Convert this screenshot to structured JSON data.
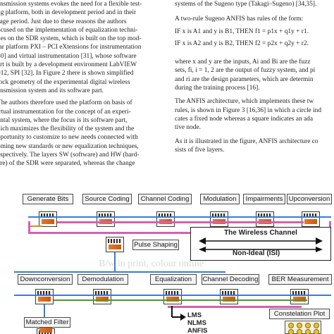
{
  "left_column": {
    "para1_lines": [
      "ansmission systems evokes the need for a flexible test-",
      "ng platform, both in development period and in their",
      "sage period. Just due to these reasons the authors",
      "ocused on the implementation of equalization techni-",
      "ues on the SDR system, which is built on the top mod-",
      "lar platform PXI – PCI eXtensions for instrumentation",
      "40] and virtual instrumentation [31], whose software",
      "art is built by a development environment LabVIEW",
      "012, SPI [32]. In Figure 2 there is shown simplified",
      "lock geometry of the experimental digital wireless",
      "ansmission system and its software part."
    ],
    "para2_lines": [
      "The authors therefore used the platform on basis of",
      "irtual instrumentation for the concept of an experi-",
      "ental system, where the focus is its software part,",
      "hich maximizes the flexibility of the system and the",
      "pportunity to customize to new needs connected with",
      "oming new standards or new equalization techniques,",
      "espectively. The layers SW (software) and HW (hard-",
      "are) of the SDR were separated, whereas the change"
    ]
  },
  "right_column": {
    "top_line": "systems of the Sugeno type (Takagi–Sugeno) [34,35].",
    "intro": "A two-rule Sugeno ANFIS has rules of the form:",
    "rule1": "IF x is A1 and y is B1, THEN f1 = p1x + q1y + r1.",
    "rule2": "IF x is A2 and y is B2, THEN f2 = p2x + q2y + r2.",
    "para_lines": [
      "where x and y are the inputs, Ai and Bi are the fuzz",
      "sets, fi, i = 1, 2 are the output of fuzzy system, and pi",
      "and ri are the design parameters, which are determin",
      "during the training process [16]."
    ],
    "para2_lines": [
      "The ANFIS architecture, which implements these tw",
      "rules, is shown in Figure 3 [16,36] in which a circle ind",
      "cates a fixed node whereas a square indicates an ada",
      "tive node."
    ],
    "para3_lines": [
      "As it is illustrated in the figure, ANFIS architecture co",
      "sists of five layers."
    ]
  },
  "figure": {
    "top_row": [
      "Generate Bits",
      "Source Coding",
      "Channel Coding",
      "Modulation",
      "Impairments",
      "Upconversion"
    ],
    "pulse_shaping": "Pulse Shaping",
    "channel_title": "The Wireless Channel",
    "channel_subtitle": "Non-Ideal (ISI)",
    "bottom_row": [
      "Downconversion",
      "Demodulation",
      "Equalization",
      "Channel Decoding",
      "BER Measurement"
    ],
    "matched_filter": "Matched Filter",
    "equalizers": [
      "LMS",
      "NLMS",
      "ANFIS"
    ],
    "constellation_plot": "Constelation Plot",
    "watermark_line": "B/w in print, colour online",
    "wire_colors": {
      "data": "#d65fb3",
      "signal": "#3a7bd5",
      "cluster": "#e0891e"
    }
  }
}
